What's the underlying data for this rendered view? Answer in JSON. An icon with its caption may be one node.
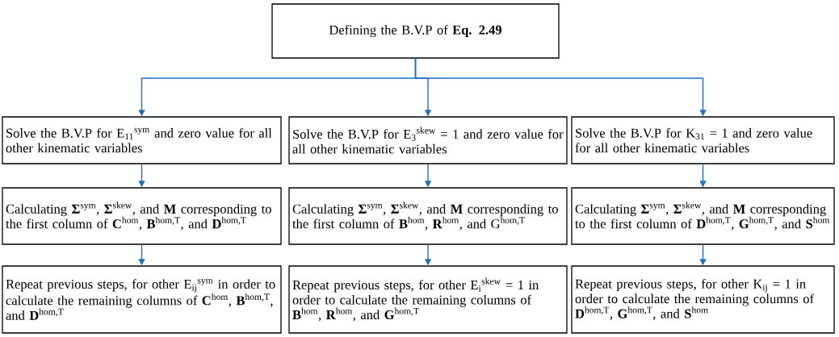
{
  "diagram": {
    "nodes": [
      {
        "text": [
          "Defining the B.V.P of **Eq. 2.49**"
        ]
      },
      {
        "text": [
          "Solve the B.V.P for E$_{11}$$^{sym}$ and zero value for all other kinematic variables"
        ]
      },
      {
        "text": [
          "Solve the B.V.P for E$_{3}$$^{skew}$ = 1 and zero value for all other kinematic variables"
        ]
      },
      {
        "text": [
          "Solve the B.V.P for K$_{31}$ = 1 and zero value for all other kinematic variables"
        ]
      },
      {
        "text": [
          "Calculating **Σ**$^{sym}$, **Σ**$^{skew}$, and **M** corresponding to the first column of **C**$^{hom}$, **B**$^{hom,T}$, and **D**$^{hom,T}$"
        ]
      },
      {
        "text": [
          "Calculating **Σ**$^{sym}$, **Σ**$^{skew}$, and **M** corresponding to the first column of **B**$^{hom}$, **R**$^{hom}$, and G$^{hom,T}$"
        ]
      },
      {
        "text": [
          "Calculating **Σ**$^{sym}$, **Σ**$^{skew}$, and **M** corresponding to the first column of **D**$^{hom,T}$, **G**$^{hom,T}$, and **S**$^{hom}$"
        ]
      },
      {
        "text": [
          "Repeat previous steps, for other E$_{ij}$$^{sym}$ in order to calculate the remaining columns of **C**$^{hom}$, **B**$^{hom,T}$, and **D**$^{hom,T}$"
        ]
      },
      {
        "text": [
          "Repeat previous steps, for other E$_{i}$$^{skew}$ = 1 in order to calculate the remaining columns of **B**$^{hom}$, **R**$^{hom}$, and **G**$^{hom,T}$"
        ]
      },
      {
        "text": [
          "Repeat previous steps, for other K$_{ij}$ = 1 in order to calculate the remaining columns of **D**$^{hom,T}$, **G**$^{hom,T}$, and **S**$^{hom}$"
        ]
      }
    ],
    "edges": [
      {
        "from": 0,
        "to": 1,
        "arrow": "to"
      },
      {
        "from": 0,
        "to": 2,
        "arrow": "to"
      },
      {
        "from": 0,
        "to": 3,
        "arrow": "to"
      },
      {
        "from": 1,
        "to": 4,
        "arrow": "to"
      },
      {
        "from": 2,
        "to": 5,
        "arrow": "to"
      },
      {
        "from": 3,
        "to": 6,
        "arrow": "to"
      },
      {
        "from": 4,
        "to": 7,
        "arrow": "to"
      },
      {
        "from": 5,
        "to": 8,
        "arrow": "to"
      },
      {
        "from": 6,
        "to": 9,
        "arrow": "to"
      }
    ]
  }
}
